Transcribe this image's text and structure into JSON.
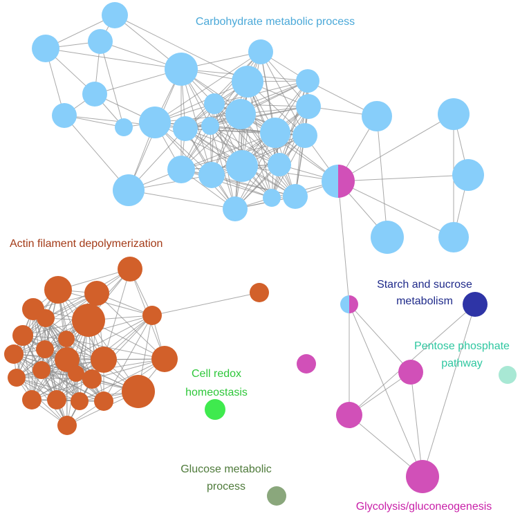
{
  "labels": {
    "carbohydrate": "Carbohydrate metabolic process",
    "actin": "Actin filament depolymerization",
    "starch_line1": "Starch and sucrose",
    "starch_line2": "metabolism",
    "pentose_line1": "Pentose phosphate",
    "pentose_line2": "pathway",
    "redox_line1": "Cell redox",
    "redox_line2": "homeostasis",
    "glucose_line1": "Glucose metabolic",
    "glucose_line2": "process",
    "glycolysis": "Glycolysis/gluconeogenesis"
  },
  "colors": {
    "carbohydrate": "#87cefa",
    "actin": "#d2602a",
    "starch": "#2e34a6",
    "pentose": "#a8e8d4",
    "redox": "#3fea4e",
    "glucose": "#8aa77c",
    "glycolysis": "#d150b8",
    "label_carbohydrate": "#4aa8d8",
    "label_actin": "#a33a17",
    "label_starch": "#1f2a8a",
    "label_pentose": "#2ec7a0",
    "label_redox": "#2ec73a",
    "label_glucose": "#4e7a3a",
    "label_glycolysis": "#c81fa8",
    "edge": "#8c8c8c"
  }
}
